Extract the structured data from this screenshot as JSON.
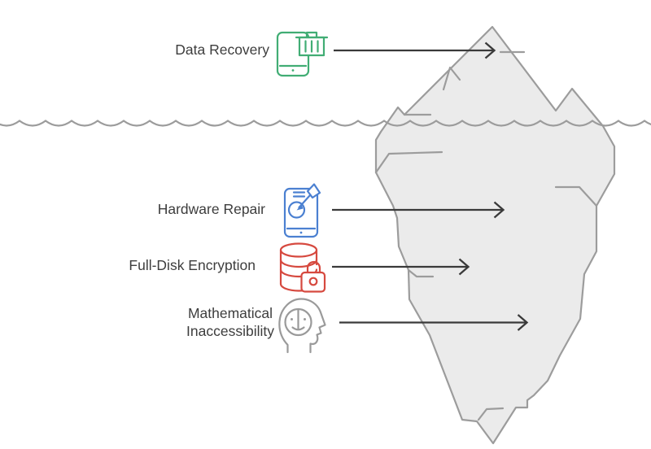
{
  "diagram": {
    "items": [
      {
        "label": "Data Recovery",
        "icon": "smartphone-trash-icon"
      },
      {
        "label": "Hardware Repair",
        "icon": "smartphone-dart-icon"
      },
      {
        "label": "Full-Disk Encryption",
        "icon": "database-lock-icon"
      },
      {
        "label": "Mathematical Inaccessibility",
        "label_lines": [
          "Mathematical",
          "Inaccessibility"
        ],
        "icon": "head-mind-icon"
      }
    ],
    "graphics": [
      "iceberg",
      "waterline",
      "arrows"
    ]
  },
  "colors": {
    "background": "#ffffff",
    "text": "#3d3d3d",
    "arrow": "#3a3a3a",
    "iceberg_fill": "#ebebeb",
    "iceberg_stroke": "#9c9c9c",
    "water": "#9c9c9c",
    "icon_green": "#41ad74",
    "icon_blue": "#4b80d1",
    "icon_red": "#d6493f",
    "icon_gray": "#9a9a9a"
  }
}
